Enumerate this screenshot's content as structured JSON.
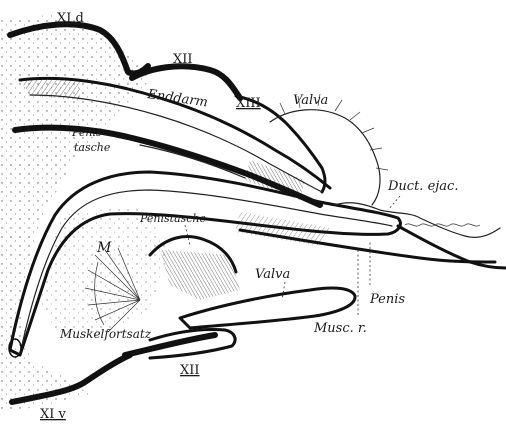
{
  "labels": {
    "xi_d": "XI d",
    "xii_top": "XII",
    "enddarm": "Enddarm",
    "xiii": "XIII",
    "valva_top": "Valva",
    "penistasche_upper": "Penis-\ntasche",
    "duct_ejac": "Duct. ejac.",
    "penistasche_mid": "Penistasche",
    "m": "M",
    "valva_mid": "Valva",
    "penis": "Penis",
    "musc_r": "Musc. r.",
    "muskelfortsatz": "Muskelfortsatz",
    "xii_bottom": "XII",
    "xi_v": "XI v"
  }
}
